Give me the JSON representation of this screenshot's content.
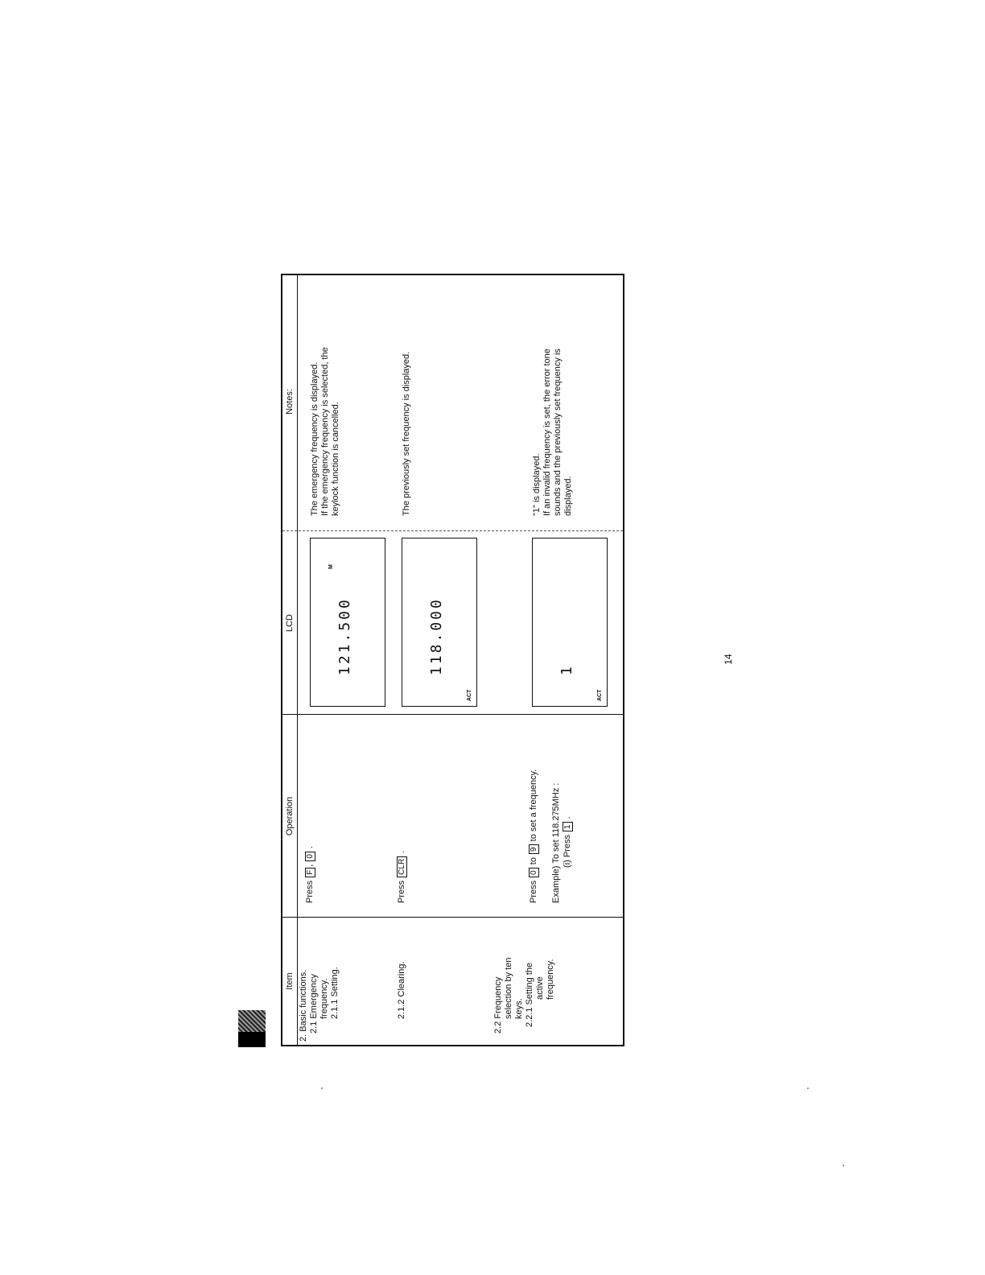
{
  "headers": {
    "item": "Item",
    "operation": "Operation",
    "lcd": "LCD",
    "notes": "Notes:"
  },
  "rows": [
    {
      "item_lines": [
        "2.  Basic functions.",
        "2.1 Emergency",
        "frequency.",
        "2.1.1  Setting."
      ],
      "operation": {
        "prefix": "Press",
        "keys": [
          "F",
          "0"
        ],
        "separator": ",",
        "suffix": "."
      },
      "lcd": {
        "digits": "121.500",
        "indicator": "M",
        "label": ""
      },
      "notes_lines": [
        "The emergency frequency is displayed.",
        "If the emergency frequency is selected, the",
        "keylock function is cancelled."
      ]
    },
    {
      "item_lines": [
        "2.1.2  Clearing."
      ],
      "operation": {
        "prefix": "Press",
        "keys": [
          "CLR"
        ],
        "suffix": "."
      },
      "lcd": {
        "digits": "118.000",
        "label": "ACT"
      },
      "notes_lines": [
        "The previously set frequency is displayed."
      ]
    },
    {
      "item_lines": [
        "2.2  Frequency",
        "selection by ten",
        "keys.",
        "2.2.1  Setting the",
        "active",
        "frequency."
      ],
      "operation": {
        "line1_prefix": "Press",
        "line1_key1": "0",
        "line1_mid": "to",
        "line1_key2": "9",
        "line1_suffix": "to set a frequency.",
        "line2": "Example)  To set 118.275MHz :",
        "line3_prefix": "(i)  Press",
        "line3_key": "1",
        "line3_suffix": "."
      },
      "lcd": {
        "digits": "1",
        "label": "ACT"
      },
      "notes_lines": [
        "\"1\" is displayed.",
        "If an invalid frequency is set, the error tone",
        "sounds and the previously set frequency is",
        "displayed."
      ]
    }
  ],
  "page_number": "14"
}
